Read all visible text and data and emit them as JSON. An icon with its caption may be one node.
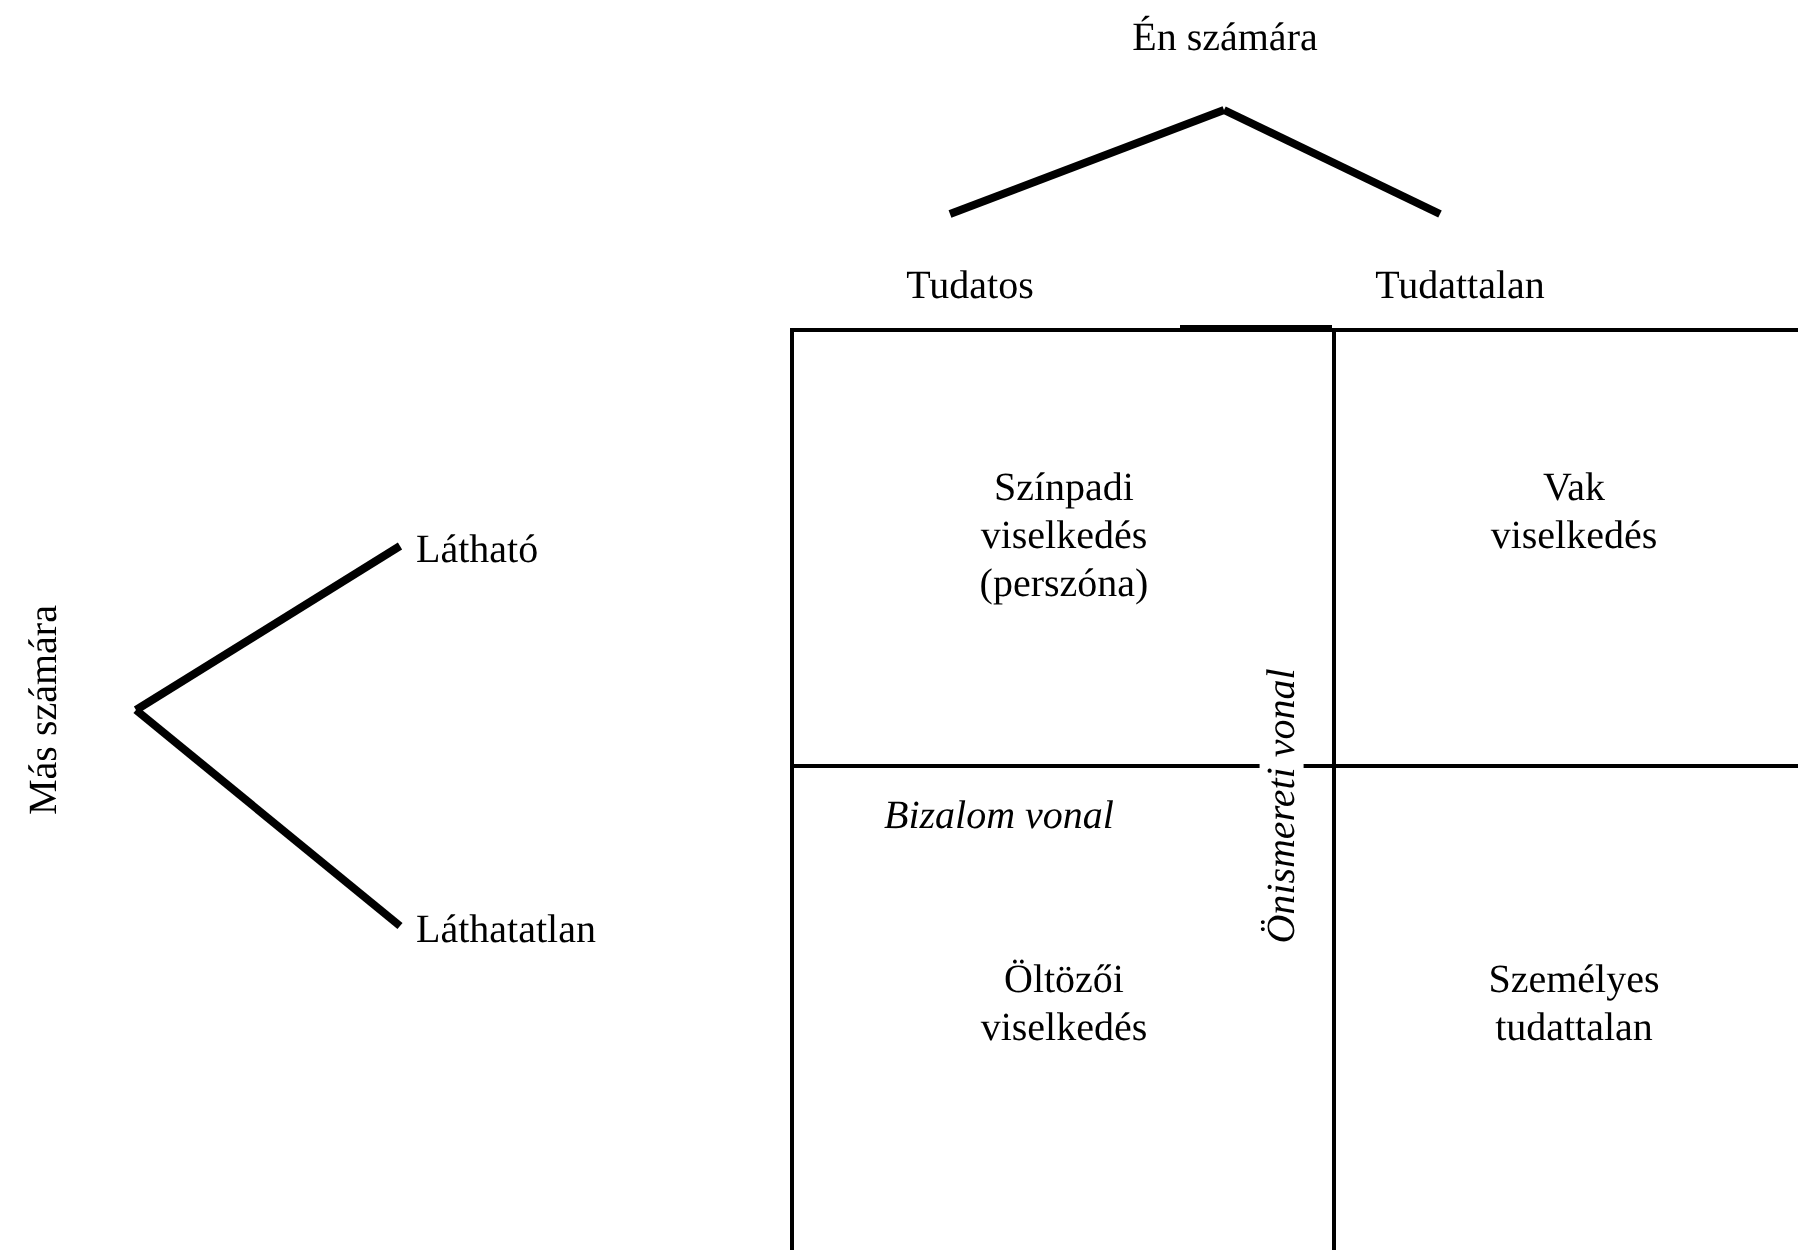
{
  "diagram": {
    "nodes": [
      {
        "text": [
          "Én számára"
        ]
      },
      {
        "text": [
          "Tudatos"
        ]
      },
      {
        "text": [
          "Tudattalan"
        ]
      },
      {
        "text": [
          "Más számára"
        ]
      },
      {
        "text": [
          "Látható"
        ]
      },
      {
        "text": [
          "Láthatatlan"
        ]
      },
      {
        "text": [
          "Színpadi viselkedés (perszóna)"
        ]
      },
      {
        "text": [
          "Vak viselkedés"
        ]
      },
      {
        "text": [
          "Öltözői viselkedés"
        ]
      },
      {
        "text": [
          "Személyes tudattalan"
        ]
      }
    ],
    "edges": [
      {
        "from": 0,
        "to": 1,
        "arrow": "none"
      },
      {
        "from": 0,
        "to": 2,
        "arrow": "none"
      },
      {
        "from": 3,
        "to": 4,
        "arrow": "none"
      },
      {
        "from": 3,
        "to": 5,
        "arrow": "none"
      }
    ],
    "labels": [
      "Bizalom vonal",
      "Önismereti vonal"
    ]
  }
}
